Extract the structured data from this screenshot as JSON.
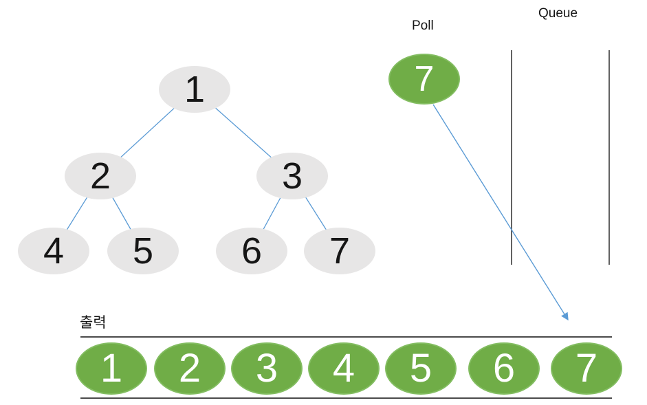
{
  "labels": {
    "poll": "Poll",
    "queue": "Queue",
    "output": "출력"
  },
  "poll": {
    "value": "7"
  },
  "tree": {
    "values": [
      "1",
      "2",
      "3",
      "4",
      "5",
      "6",
      "7"
    ],
    "edges": [
      "1-2",
      "1-3",
      "2-4",
      "2-5",
      "3-6",
      "3-7"
    ]
  },
  "queue": {
    "items": []
  },
  "output": {
    "values": [
      "1",
      "2",
      "3",
      "4",
      "5",
      "6",
      "7"
    ]
  },
  "colors": {
    "node_fill_gray": "#e7e6e6",
    "node_fill_green": "#70ad47",
    "node_border_green": "#83bd61",
    "edge_blue": "#5b9bd5",
    "structure_line_dark": "#3f3f3f",
    "text_dark": "#141414",
    "text_on_green": "#ffffff"
  }
}
